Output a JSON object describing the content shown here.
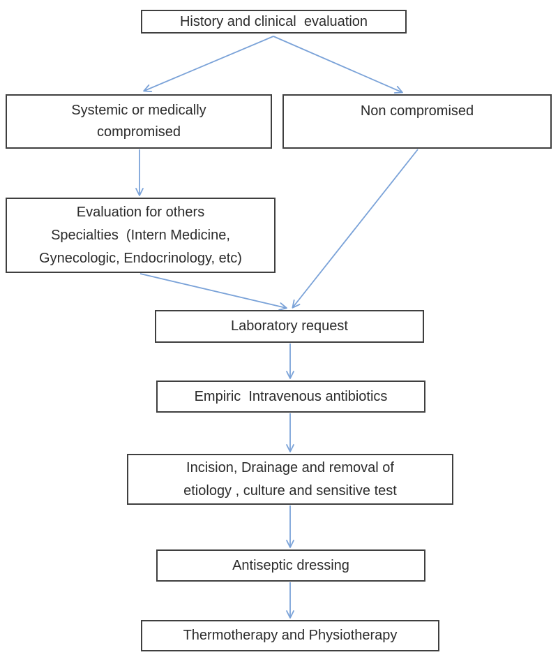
{
  "diagram": {
    "type": "flowchart",
    "colors": {
      "arrow": "#7aa2d8",
      "box_border": "#3f3f3f",
      "text": "#2b2b2b",
      "background": "#ffffff"
    },
    "nodes": [
      {
        "id": "history",
        "label": "History and clinical  evaluation"
      },
      {
        "id": "systemic",
        "label": "Systemic or medically\ncompromised"
      },
      {
        "id": "non_compromised",
        "label": "Non compromised"
      },
      {
        "id": "evaluation",
        "label": "Evaluation for others\nSpecialties  (Intern Medicine,\nGynecologic, Endocrinology, etc)"
      },
      {
        "id": "laboratory",
        "label": "Laboratory request"
      },
      {
        "id": "empiric",
        "label": "Empiric  Intravenous antibiotics"
      },
      {
        "id": "incision",
        "label": "Incision, Drainage and removal of\netiology , culture and sensitive test"
      },
      {
        "id": "antiseptic",
        "label": "Antiseptic dressing"
      },
      {
        "id": "thermotherapy",
        "label": "Thermotherapy and Physiotherapy"
      }
    ],
    "edges": [
      {
        "from": "history",
        "to": "systemic"
      },
      {
        "from": "history",
        "to": "non_compromised"
      },
      {
        "from": "systemic",
        "to": "evaluation"
      },
      {
        "from": "evaluation",
        "to": "laboratory"
      },
      {
        "from": "non_compromised",
        "to": "laboratory"
      },
      {
        "from": "laboratory",
        "to": "empiric"
      },
      {
        "from": "empiric",
        "to": "incision"
      },
      {
        "from": "incision",
        "to": "antiseptic"
      },
      {
        "from": "antiseptic",
        "to": "thermotherapy"
      }
    ]
  }
}
